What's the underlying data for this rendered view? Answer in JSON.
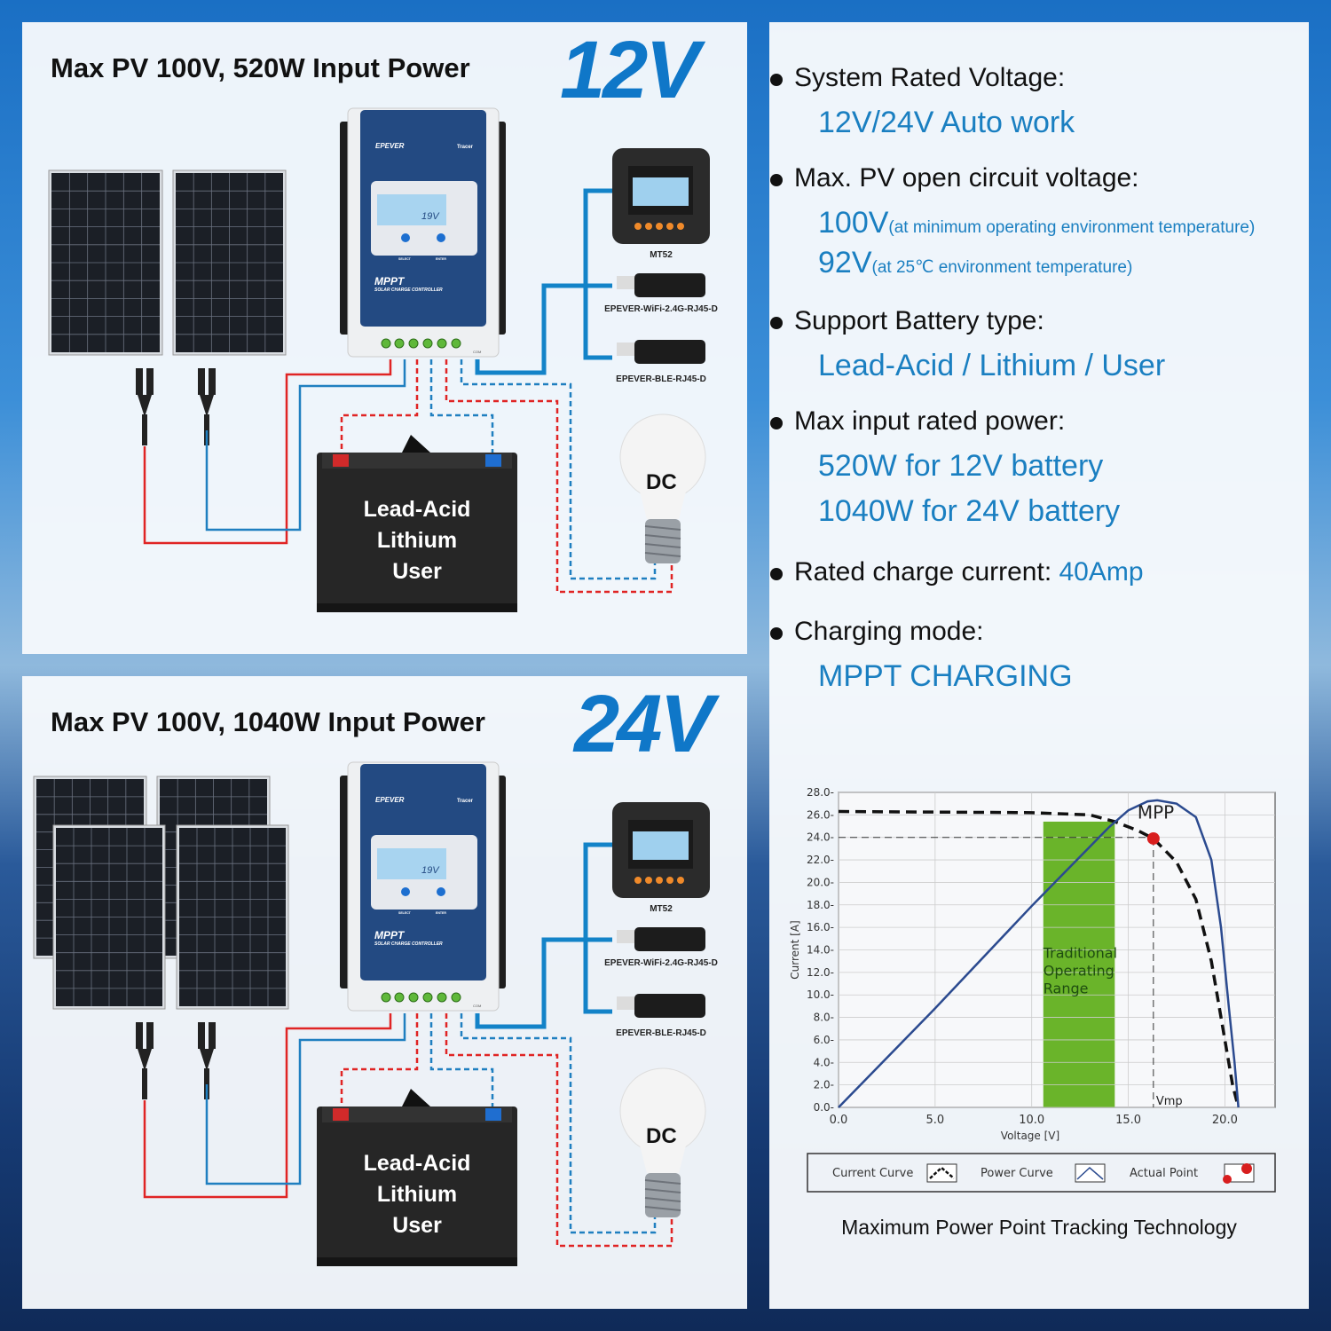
{
  "diagram_12v": {
    "title": "Max PV 100V, 520W Input Power",
    "voltage": "12V",
    "panel_count": 2,
    "controller": {
      "brand": "EPEVER",
      "model": "Tracer",
      "type": "MPPT",
      "subtitle": "SOLAR CHARGE CONTROLLER",
      "screen": "19V",
      "buttons": [
        "SELECT",
        "ENTER"
      ],
      "port": "COM"
    },
    "accessories": [
      "MT52",
      "EPEVER-WiFi-2.4G-RJ45-D",
      "EPEVER-BLE-RJ45-D"
    ],
    "battery": [
      "Lead-Acid",
      "Lithium",
      "User"
    ],
    "load": "DC"
  },
  "diagram_24v": {
    "title": "Max PV 100V, 1040W Input Power",
    "voltage": "24V",
    "panel_count": 4,
    "controller": {
      "brand": "EPEVER",
      "model": "Tracer",
      "type": "MPPT",
      "subtitle": "SOLAR CHARGE CONTROLLER",
      "screen": "19V",
      "buttons": [
        "SELECT",
        "ENTER"
      ],
      "port": "COM"
    },
    "accessories": [
      "MT52",
      "EPEVER-WiFi-2.4G-RJ45-D",
      "EPEVER-BLE-RJ45-D"
    ],
    "battery": [
      "Lead-Acid",
      "Lithium",
      "User"
    ],
    "load": "DC"
  },
  "specs": {
    "rated_voltage": {
      "label": "System Rated Voltage:",
      "value": "12V/24V Auto work"
    },
    "pv_voltage": {
      "label": "Max. PV open circuit voltage:",
      "v1": "100V",
      "n1": "(at minimum operating environment temperature)",
      "v2": "92V",
      "n2": "(at 25℃ environment temperature)"
    },
    "battery_type": {
      "label": "Support Battery type:",
      "value": "Lead-Acid / Lithium / User"
    },
    "input_power": {
      "label": "Max input rated power:",
      "v1": "520W for 12V battery",
      "v2": "1040W for 24V battery"
    },
    "charge_current": {
      "label": "Rated charge current: ",
      "value": "40Amp"
    },
    "charging_mode": {
      "label": "Charging mode:",
      "value": "MPPT CHARGING"
    }
  },
  "colors": {
    "accent": "#1a7fc1",
    "voltage_title": "#0f77c8",
    "wire_positive": "#e02424",
    "wire_negative": "#1f7fc0",
    "operating_range": "#6ab42a",
    "power_curve": "#2b4a8f",
    "mpp_point": "#d81e1e"
  },
  "chart_data": {
    "type": "line",
    "xlabel": "Voltage [V]",
    "ylabel": "Current [A]",
    "xlim": [
      0,
      22.6
    ],
    "ylim": [
      0,
      28
    ],
    "xticks": [
      "0.0",
      "5.0",
      "10.0",
      "15.0",
      "20.0"
    ],
    "yticks": [
      "0.0",
      "2.0",
      "4.0",
      "6.0",
      "8.0",
      "10.0",
      "12.0",
      "14.0",
      "16.0",
      "18.0",
      "20.0",
      "22.0",
      "24.0",
      "26.0",
      "28.0"
    ],
    "grid": true,
    "series": [
      {
        "name": "Current Curve",
        "style": "dashed",
        "x": [
          0,
          10,
          13,
          14.3,
          15.5,
          16.3,
          17.5,
          18.5,
          19.3,
          19.9,
          20.4,
          20.7
        ],
        "y": [
          26.3,
          26.2,
          26.0,
          25.4,
          24.6,
          23.9,
          21.8,
          18.5,
          13,
          7,
          2,
          0
        ]
      },
      {
        "name": "Power Curve",
        "style": "solid",
        "x": [
          0,
          5,
          10,
          12,
          14,
          15,
          16,
          16.5,
          17.5,
          18.5,
          19.3,
          19.8,
          20.2,
          20.5,
          20.7
        ],
        "y": [
          0,
          8.8,
          17.9,
          21.4,
          24.9,
          26.4,
          27.2,
          27.3,
          27.0,
          25.8,
          22,
          16,
          9,
          4,
          0
        ]
      }
    ],
    "actual_point": {
      "name": "Actual Point",
      "x": 16.3,
      "y": 23.9,
      "label": "MPP"
    },
    "vmp": {
      "x": 16.3,
      "label": "Vmp"
    },
    "operating_range": {
      "x": [
        10.6,
        14.3
      ],
      "label": [
        "Traditional",
        "Operating",
        "Range"
      ]
    },
    "legend": [
      "Current Curve",
      "Power Curve",
      "Actual Point"
    ],
    "legend_position": "bottom",
    "caption": "Maximum Power Point Tracking Technology"
  }
}
